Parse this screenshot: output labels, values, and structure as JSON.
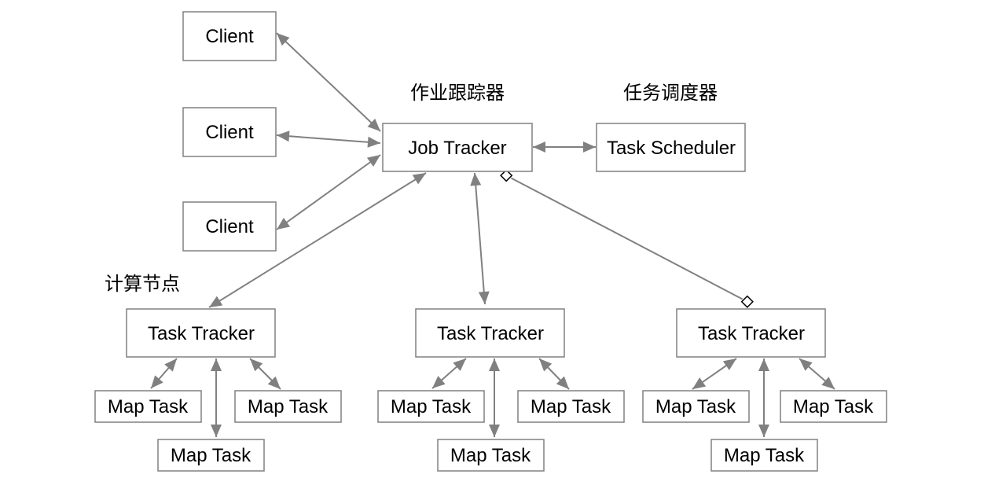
{
  "labels": {
    "job_tracker_caption": "作业跟踪器",
    "task_scheduler_caption": "任务调度器",
    "compute_node_caption": "计算节点"
  },
  "nodes": {
    "client_1": "Client",
    "client_2": "Client",
    "client_3": "Client",
    "job_tracker": "Job Tracker",
    "task_scheduler": "Task Scheduler",
    "task_tracker_1": "Task Tracker",
    "task_tracker_2": "Task Tracker",
    "task_tracker_3": "Task Tracker",
    "map_task_1a": "Map Task",
    "map_task_1b": "Map Task",
    "map_task_1c": "Map Task",
    "map_task_2a": "Map Task",
    "map_task_2b": "Map Task",
    "map_task_2c": "Map Task",
    "map_task_3a": "Map Task",
    "map_task_3b": "Map Task",
    "map_task_3c": "Map Task"
  },
  "edges": [
    {
      "from": "client_1",
      "to": "job_tracker",
      "type": "bidirectional"
    },
    {
      "from": "client_2",
      "to": "job_tracker",
      "type": "bidirectional"
    },
    {
      "from": "client_3",
      "to": "job_tracker",
      "type": "bidirectional"
    },
    {
      "from": "job_tracker",
      "to": "task_scheduler",
      "type": "bidirectional"
    },
    {
      "from": "job_tracker",
      "to": "task_tracker_1",
      "type": "bidirectional"
    },
    {
      "from": "job_tracker",
      "to": "task_tracker_2",
      "type": "bidirectional"
    },
    {
      "from": "job_tracker",
      "to": "task_tracker_3",
      "type": "aggregation"
    },
    {
      "from": "task_tracker_1",
      "to": "map_task_1a",
      "type": "bidirectional"
    },
    {
      "from": "task_tracker_1",
      "to": "map_task_1b",
      "type": "bidirectional"
    },
    {
      "from": "task_tracker_1",
      "to": "map_task_1c",
      "type": "bidirectional"
    },
    {
      "from": "task_tracker_2",
      "to": "map_task_2a",
      "type": "bidirectional"
    },
    {
      "from": "task_tracker_2",
      "to": "map_task_2b",
      "type": "bidirectional"
    },
    {
      "from": "task_tracker_2",
      "to": "map_task_2c",
      "type": "bidirectional"
    },
    {
      "from": "task_tracker_3",
      "to": "map_task_3a",
      "type": "bidirectional"
    },
    {
      "from": "task_tracker_3",
      "to": "map_task_3b",
      "type": "bidirectional"
    },
    {
      "from": "task_tracker_3",
      "to": "map_task_3c",
      "type": "bidirectional"
    }
  ],
  "colors": {
    "line": "#808080",
    "box_border": "#808080",
    "text": "#000000"
  }
}
